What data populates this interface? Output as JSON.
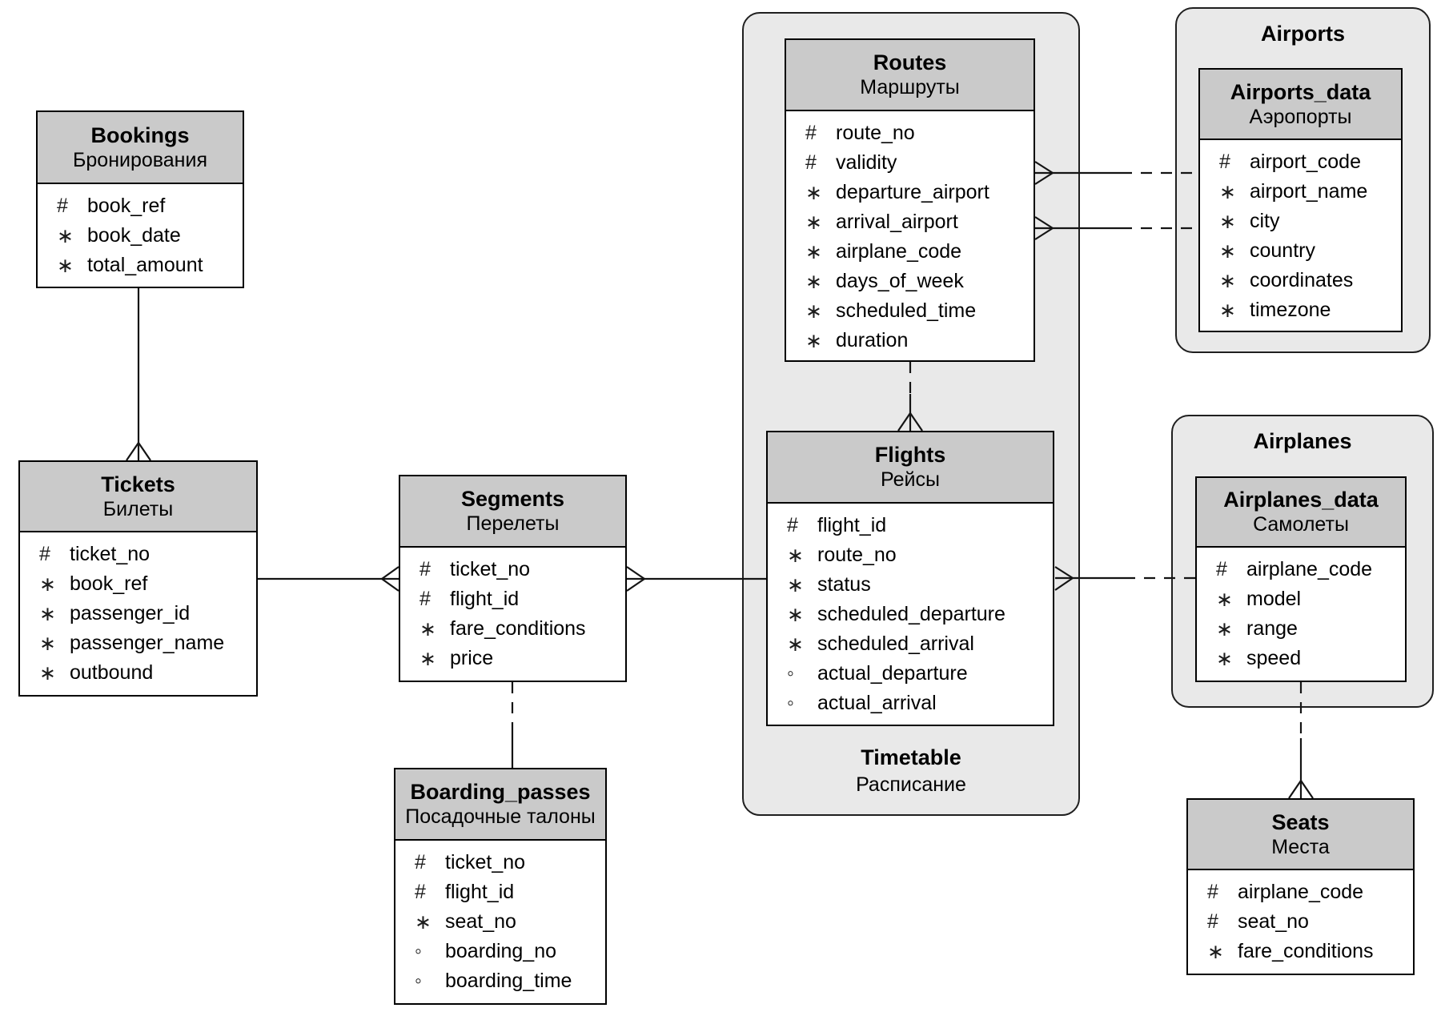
{
  "colors": {
    "entity_header_bg": "#cacaca",
    "entity_body_bg": "#ffffff",
    "entity_border": "#000000",
    "group_bg": "#e9e9e9",
    "group_border": "#1f1f1f",
    "line_color": "#141414",
    "text_color": "#000000"
  },
  "markers_legend": {
    "primary_key": "#",
    "required": "∗",
    "optional": "◦"
  },
  "groups": {
    "timetable": {
      "title": "Timetable",
      "subtitle": "Расписание"
    },
    "airports": {
      "title": "Airports"
    },
    "airplanes": {
      "title": "Airplanes"
    }
  },
  "entities": {
    "bookings": {
      "title": "Bookings",
      "subtitle": "Бронирования",
      "fields": [
        {
          "m": "#",
          "t": "book_ref"
        },
        {
          "m": "∗",
          "t": "book_date"
        },
        {
          "m": "∗",
          "t": "total_amount"
        }
      ]
    },
    "tickets": {
      "title": "Tickets",
      "subtitle": "Билеты",
      "fields": [
        {
          "m": "#",
          "t": "ticket_no"
        },
        {
          "m": "∗",
          "t": "book_ref"
        },
        {
          "m": "∗",
          "t": "passenger_id"
        },
        {
          "m": "∗",
          "t": "passenger_name"
        },
        {
          "m": "∗",
          "t": "outbound"
        }
      ]
    },
    "segments": {
      "title": "Segments",
      "subtitle": "Перелеты",
      "fields": [
        {
          "m": "#",
          "t": "ticket_no"
        },
        {
          "m": "#",
          "t": "flight_id"
        },
        {
          "m": "∗",
          "t": "fare_conditions"
        },
        {
          "m": "∗",
          "t": "price"
        }
      ]
    },
    "boarding_passes": {
      "title": "Boarding_passes",
      "subtitle": "Посадочные талоны",
      "fields": [
        {
          "m": "#",
          "t": "ticket_no"
        },
        {
          "m": "#",
          "t": "flight_id"
        },
        {
          "m": "∗",
          "t": "seat_no"
        },
        {
          "m": "◦",
          "t": "boarding_no"
        },
        {
          "m": "◦",
          "t": "boarding_time"
        }
      ]
    },
    "routes": {
      "title": "Routes",
      "subtitle": "Маршруты",
      "fields": [
        {
          "m": "#",
          "t": "route_no"
        },
        {
          "m": "#",
          "t": "validity"
        },
        {
          "m": "∗",
          "t": "departure_airport"
        },
        {
          "m": "∗",
          "t": "arrival_airport"
        },
        {
          "m": "∗",
          "t": "airplane_code"
        },
        {
          "m": "∗",
          "t": "days_of_week"
        },
        {
          "m": "∗",
          "t": "scheduled_time"
        },
        {
          "m": "∗",
          "t": "duration"
        }
      ]
    },
    "flights": {
      "title": "Flights",
      "subtitle": "Рейсы",
      "fields": [
        {
          "m": "#",
          "t": "flight_id"
        },
        {
          "m": "∗",
          "t": "route_no"
        },
        {
          "m": "∗",
          "t": "status"
        },
        {
          "m": "∗",
          "t": "scheduled_departure"
        },
        {
          "m": "∗",
          "t": "scheduled_arrival"
        },
        {
          "m": "◦",
          "t": "actual_departure"
        },
        {
          "m": "◦",
          "t": "actual_arrival"
        }
      ]
    },
    "airports_data": {
      "title": "Airports_data",
      "subtitle": "Аэропорты",
      "fields": [
        {
          "m": "#",
          "t": "airport_code"
        },
        {
          "m": "∗",
          "t": "airport_name"
        },
        {
          "m": "∗",
          "t": "city"
        },
        {
          "m": "∗",
          "t": "country"
        },
        {
          "m": "∗",
          "t": "coordinates"
        },
        {
          "m": "∗",
          "t": "timezone"
        }
      ]
    },
    "airplanes_data": {
      "title": "Airplanes_data",
      "subtitle": "Самолеты",
      "fields": [
        {
          "m": "#",
          "t": "airplane_code"
        },
        {
          "m": "∗",
          "t": "model"
        },
        {
          "m": "∗",
          "t": "range"
        },
        {
          "m": "∗",
          "t": "speed"
        }
      ]
    },
    "seats": {
      "title": "Seats",
      "subtitle": "Места",
      "fields": [
        {
          "m": "#",
          "t": "airplane_code"
        },
        {
          "m": "#",
          "t": "seat_no"
        },
        {
          "m": "∗",
          "t": "fare_conditions"
        }
      ]
    }
  },
  "relationships": [
    {
      "from": "bookings",
      "to": "tickets",
      "cardinality": "one-to-many",
      "crow_foot_at": "tickets",
      "dashed_at": "none"
    },
    {
      "from": "tickets",
      "to": "segments",
      "cardinality": "one-to-many",
      "crow_foot_at": "segments",
      "dashed_at": "none"
    },
    {
      "from": "flights",
      "to": "segments",
      "cardinality": "one-to-many",
      "crow_foot_at": "segments",
      "dashed_at": "none"
    },
    {
      "from": "segments",
      "to": "boarding_passes",
      "cardinality": "one-to-one",
      "crow_foot_at": "none",
      "dashed_at": "segments"
    },
    {
      "from": "routes",
      "to": "flights",
      "cardinality": "one-to-many",
      "crow_foot_at": "flights",
      "dashed_at": "routes"
    },
    {
      "from": "airplanes_data",
      "to": "flights",
      "cardinality": "one-to-many",
      "crow_foot_at": "flights",
      "dashed_at": "airplanes_data"
    },
    {
      "from": "airports_data",
      "to": "routes",
      "via": "departure_airport",
      "cardinality": "one-to-many",
      "crow_foot_at": "routes",
      "dashed_at": "airports_data"
    },
    {
      "from": "airports_data",
      "to": "routes",
      "via": "arrival_airport",
      "cardinality": "one-to-many",
      "crow_foot_at": "routes",
      "dashed_at": "airports_data"
    },
    {
      "from": "airplanes_data",
      "to": "seats",
      "cardinality": "one-to-many",
      "crow_foot_at": "seats",
      "dashed_at": "airplanes_data"
    }
  ]
}
